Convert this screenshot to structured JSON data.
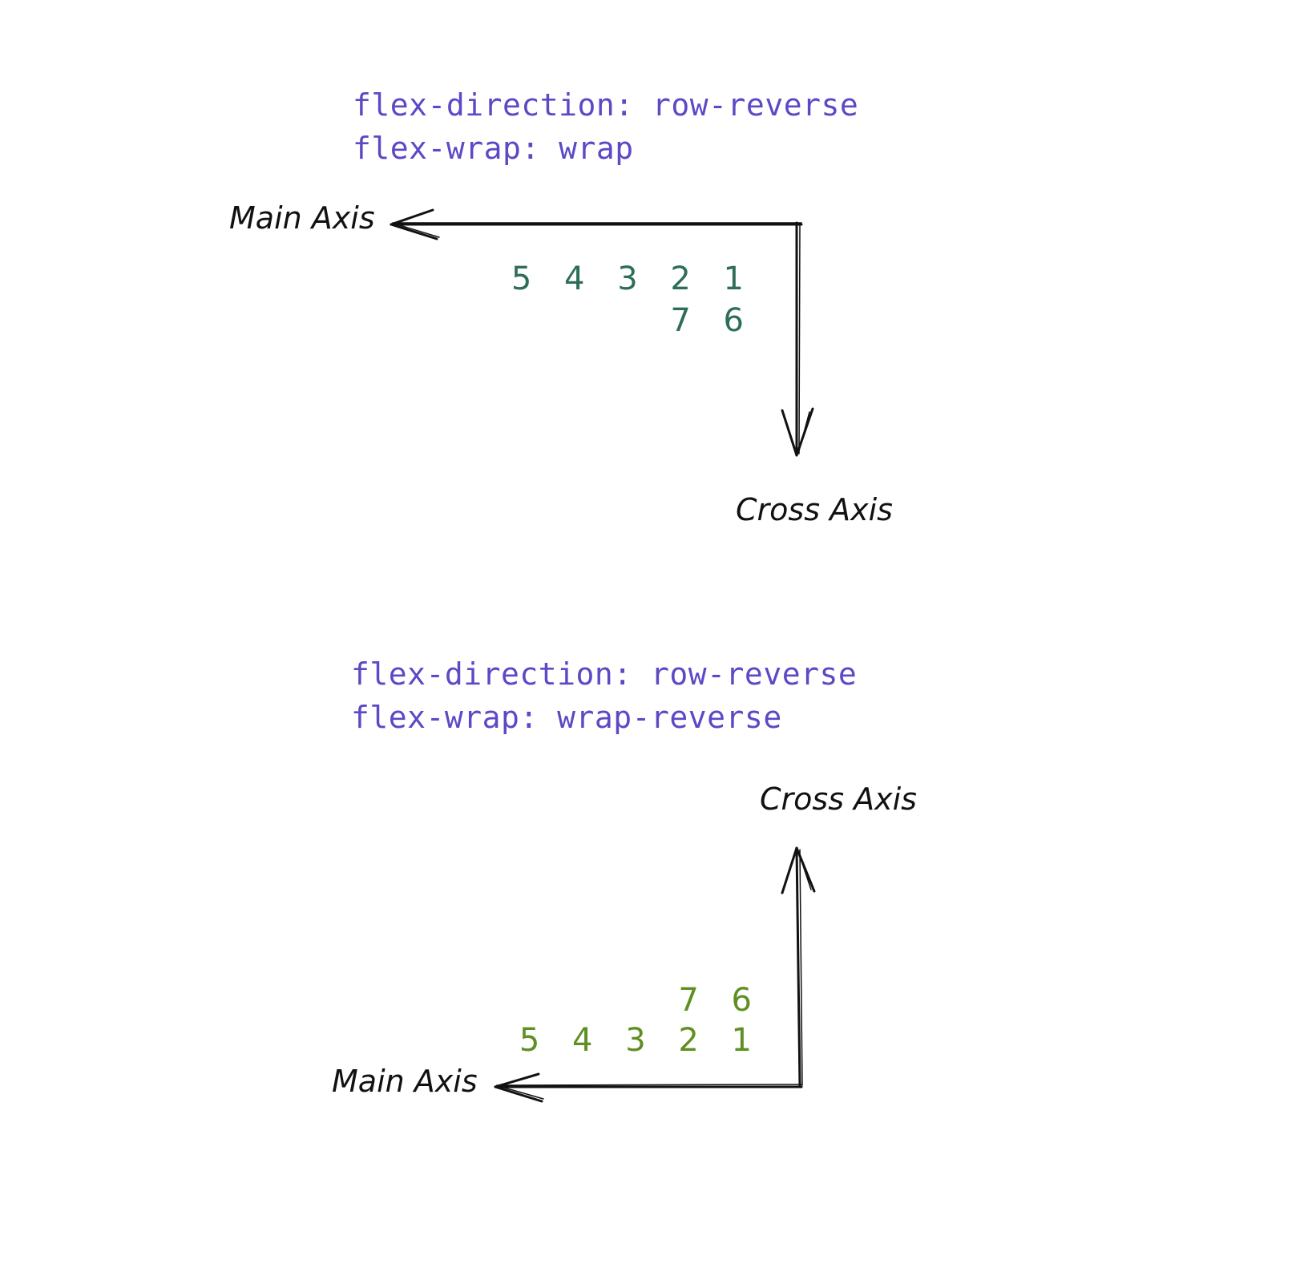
{
  "colors": {
    "code_text": "#5b49c6",
    "axis_text": "#111111",
    "items_top": "#2e6e58",
    "items_bottom": "#5f8f22",
    "arrow_stroke": "#111111"
  },
  "diagrams": [
    {
      "css": [
        "flex-direction: row-reverse",
        "flex-wrap: wrap"
      ],
      "main_axis_label": "Main Axis",
      "cross_axis_label": "Cross Axis",
      "main_axis_direction": "left",
      "cross_axis_direction": "down",
      "rows": [
        "5 4 3 2 1",
        "7 6"
      ]
    },
    {
      "css": [
        "flex-direction: row-reverse",
        "flex-wrap: wrap-reverse"
      ],
      "main_axis_label": "Main Axis",
      "cross_axis_label": "Cross Axis",
      "main_axis_direction": "left",
      "cross_axis_direction": "up",
      "rows": [
        "7 6",
        "5 4 3 2 1"
      ]
    }
  ]
}
